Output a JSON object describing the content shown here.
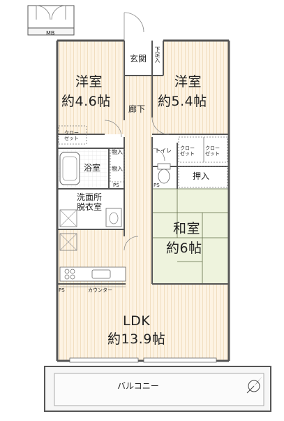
{
  "rooms": {
    "western_left": {
      "name": "洋室",
      "size": "約4.6帖"
    },
    "western_right": {
      "name": "洋室",
      "size": "約5.4帖"
    },
    "japanese": {
      "name": "和室",
      "size": "約6帖"
    },
    "ldk": {
      "name": "LDK",
      "size": "約13.9帖"
    }
  },
  "labels": {
    "mb": "MB",
    "entrance": "玄関",
    "shoe_storage": "下足入",
    "hallway": "廊下",
    "closet_left": "クロー\nゼット",
    "closet_right_a": "クロー\nゼット",
    "closet_right_b": "クロー\nゼット",
    "storage_a": "物入",
    "storage_b": "物入",
    "bath": "浴室",
    "toilet": "トイレ",
    "oshiire": "押入",
    "washroom": "洗面所\n脱衣室",
    "counter": "カウンター",
    "balcony": "バルコニー",
    "ps_left": "PS",
    "ps_center": "PS",
    "ps_toilet": "PS"
  },
  "colors": {
    "wall": "#555555",
    "wood_floor": "#fdf3e3",
    "wood_line": "#efd9b8",
    "tatami": "#eef3dd",
    "wet_area": "#ffffff",
    "balcony": "#f6f6f6"
  },
  "icons": [
    "compass-icon",
    "bathtub-icon",
    "toilet-icon",
    "washbasin-icon",
    "washing-machine-icon",
    "kitchen-sink-icon",
    "stove-icon"
  ]
}
